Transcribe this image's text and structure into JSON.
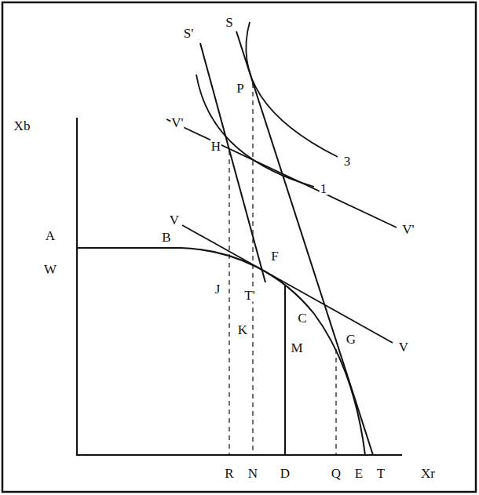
{
  "diagram": {
    "nodes": [],
    "edges": [],
    "labels": [
      "S'",
      "S",
      "P",
      "3",
      "Xb",
      "V'",
      "H",
      "1",
      "V'",
      "V",
      "F",
      "A",
      "B",
      "W",
      "J",
      "T'",
      "C",
      "V",
      "K",
      "M",
      "G",
      "R",
      "N",
      "D",
      "Q",
      "E",
      "T",
      "Xr"
    ]
  }
}
